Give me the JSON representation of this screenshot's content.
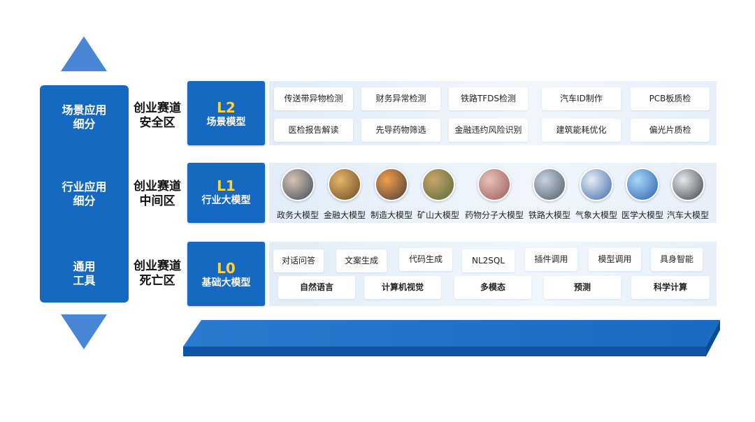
{
  "left_column": {
    "items": [
      {
        "label": "场景应用\n细分"
      },
      {
        "label": "行业应用\n细分"
      },
      {
        "label": "通用\n工具"
      }
    ]
  },
  "layers": [
    {
      "zone": "创业赛道\n安全区",
      "code": "L2",
      "name": "场景模型"
    },
    {
      "zone": "创业赛道\n中间区",
      "code": "L1",
      "name": "行业大模型"
    },
    {
      "zone": "创业赛道\n死亡区",
      "code": "L0",
      "name": "基础大模型"
    }
  ],
  "l2_scenarios": [
    "传送带异物检测",
    "财务异常检测",
    "铁路TFDS检测",
    "汽车ID制作",
    "PCB板质检",
    "医检报告解读",
    "先导药物筛选",
    "金融违约风险识别",
    "建筑能耗优化",
    "偏光片质检"
  ],
  "l1_industries": [
    {
      "label": "政务大模型",
      "icon": "customer-service-photo-icon",
      "colors": [
        "#d9c3b0",
        "#3b4a5e"
      ]
    },
    {
      "label": "金融大模型",
      "icon": "coins-photo-icon",
      "colors": [
        "#e5b56a",
        "#6b4a22"
      ]
    },
    {
      "label": "制造大模型",
      "icon": "factory-robot-photo-icon",
      "colors": [
        "#f0a04a",
        "#4a3a3a"
      ]
    },
    {
      "label": "矿山大模型",
      "icon": "mine-photo-icon",
      "colors": [
        "#c9a46a",
        "#556b3a"
      ]
    },
    {
      "label": "药物分子大模型",
      "icon": "pills-photo-icon",
      "colors": [
        "#e8c2b8",
        "#9a5a5a"
      ]
    },
    {
      "label": "铁路大模型",
      "icon": "railway-photo-icon",
      "colors": [
        "#c6d3e0",
        "#4f5a66"
      ]
    },
    {
      "label": "气象大模型",
      "icon": "weather-earth-photo-icon",
      "colors": [
        "#e8eef5",
        "#3a6aa8"
      ]
    },
    {
      "label": "医学大模型",
      "icon": "medical-tech-photo-icon",
      "colors": [
        "#a9d8f5",
        "#2a5fae"
      ]
    },
    {
      "label": "汽车大模型",
      "icon": "car-photo-icon",
      "colors": [
        "#e9e9ec",
        "#39414f"
      ]
    }
  ],
  "l0_capabilities_row1": [
    "对话问答",
    "文案生成",
    "代码生成",
    "NL2SQL",
    "插件调用",
    "模型调用",
    "具身智能"
  ],
  "l0_capabilities_row2": [
    "自然语言",
    "计算机视觉",
    "多模态",
    "预测",
    "科学计算"
  ],
  "colors": {
    "primary_blue": "#1669c0",
    "arrow_blue": "#4a86d6",
    "accent_yellow": "#ffd23a"
  }
}
